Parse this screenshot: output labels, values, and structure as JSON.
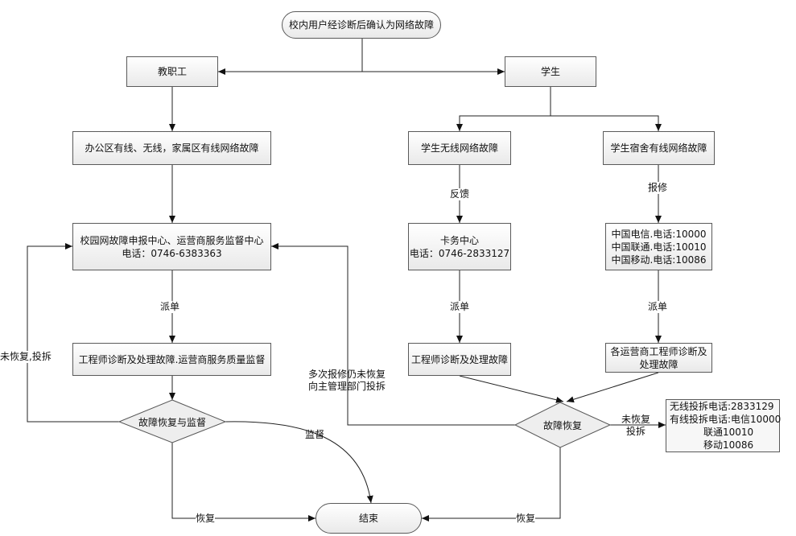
{
  "nodes": {
    "start": "校内用户经诊断后确认为网络故障",
    "staff": "教职工",
    "student": "学生",
    "office_fault": "办公区有线、无线，家属区有线网络故障",
    "campus_center": [
      "校园网故障申报中心、运营商服务监督中心",
      "电话：0746-6383363"
    ],
    "engineer_left": "工程师诊断及处理故障.运营商服务质量监督",
    "diamond_left": "故障恢复与监督",
    "student_wireless": "学生无线网络故障",
    "dorm_wired": "学生宿舍有线网络故障",
    "card_center": [
      "卡务中心",
      "电话：0746-2833127"
    ],
    "carriers": [
      "中国电信.电话:10000",
      "中国联通.电话:10010",
      "中国移动.电话:10086"
    ],
    "engineer_mid": "工程师诊断及处理故障",
    "engineer_right": [
      "各运营商工程师诊断及",
      "处理故障"
    ],
    "diamond_right": "故障恢复",
    "complaint_box": [
      "无线投拆电话:2833129",
      "有线投拆电话:电信10000",
      "           联通10010",
      "           移动10086"
    ],
    "end": "结束"
  },
  "labels": {
    "dispatch_left": "派单",
    "feedback": "反馈",
    "dispatch_mid": "派单",
    "repair": "报修",
    "dispatch_right": "派单",
    "unrecovered_left": "未恢复,投拆",
    "supervise": "监督",
    "recover_left": "恢复",
    "recover_right": "恢复",
    "multi_report": [
      "多次报修仍未恢复",
      "向主管理部门投拆"
    ],
    "unrecovered_right": [
      "未恢复",
      "投拆"
    ]
  }
}
